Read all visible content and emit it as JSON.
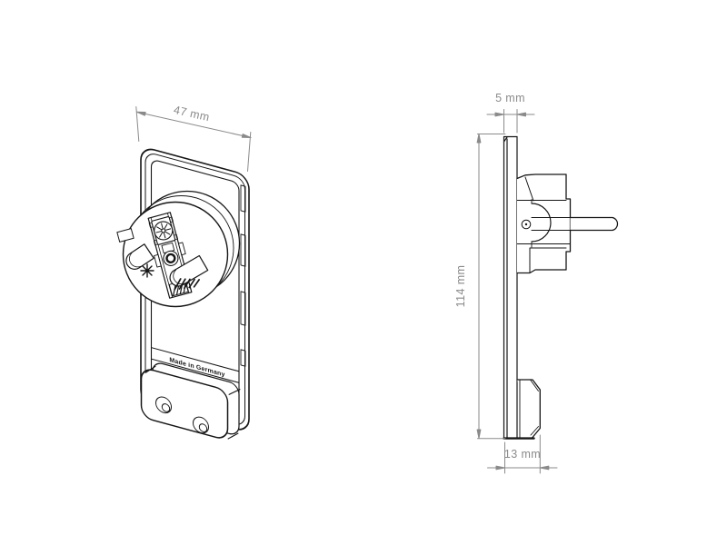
{
  "drawing": {
    "title": "plug-device-technical-drawing",
    "background_color": "#ffffff",
    "line_color": "#161616",
    "dimension_color": "#8a8a8a",
    "front_view": {
      "dimension_width": "47 mm",
      "marking": "Made in Germany"
    },
    "side_view": {
      "dimension_thickness": "5 mm",
      "dimension_height": "114 mm",
      "dimension_depth": "13 mm"
    }
  }
}
